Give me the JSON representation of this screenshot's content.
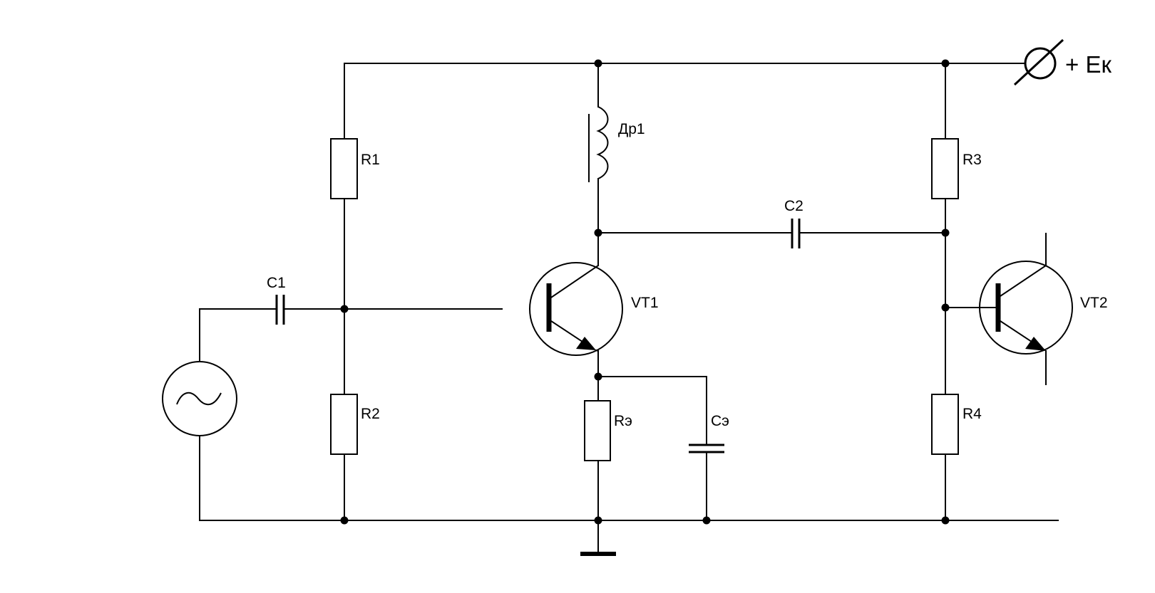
{
  "labels": {
    "r1": "R1",
    "r2": "R2",
    "r3": "R3",
    "r4": "R4",
    "re": "Rэ",
    "c1": "C1",
    "c2": "C2",
    "ce": "Cэ",
    "choke": "Др1",
    "vt1": "VT1",
    "vt2": "VT2",
    "supply": "+ Ек"
  }
}
